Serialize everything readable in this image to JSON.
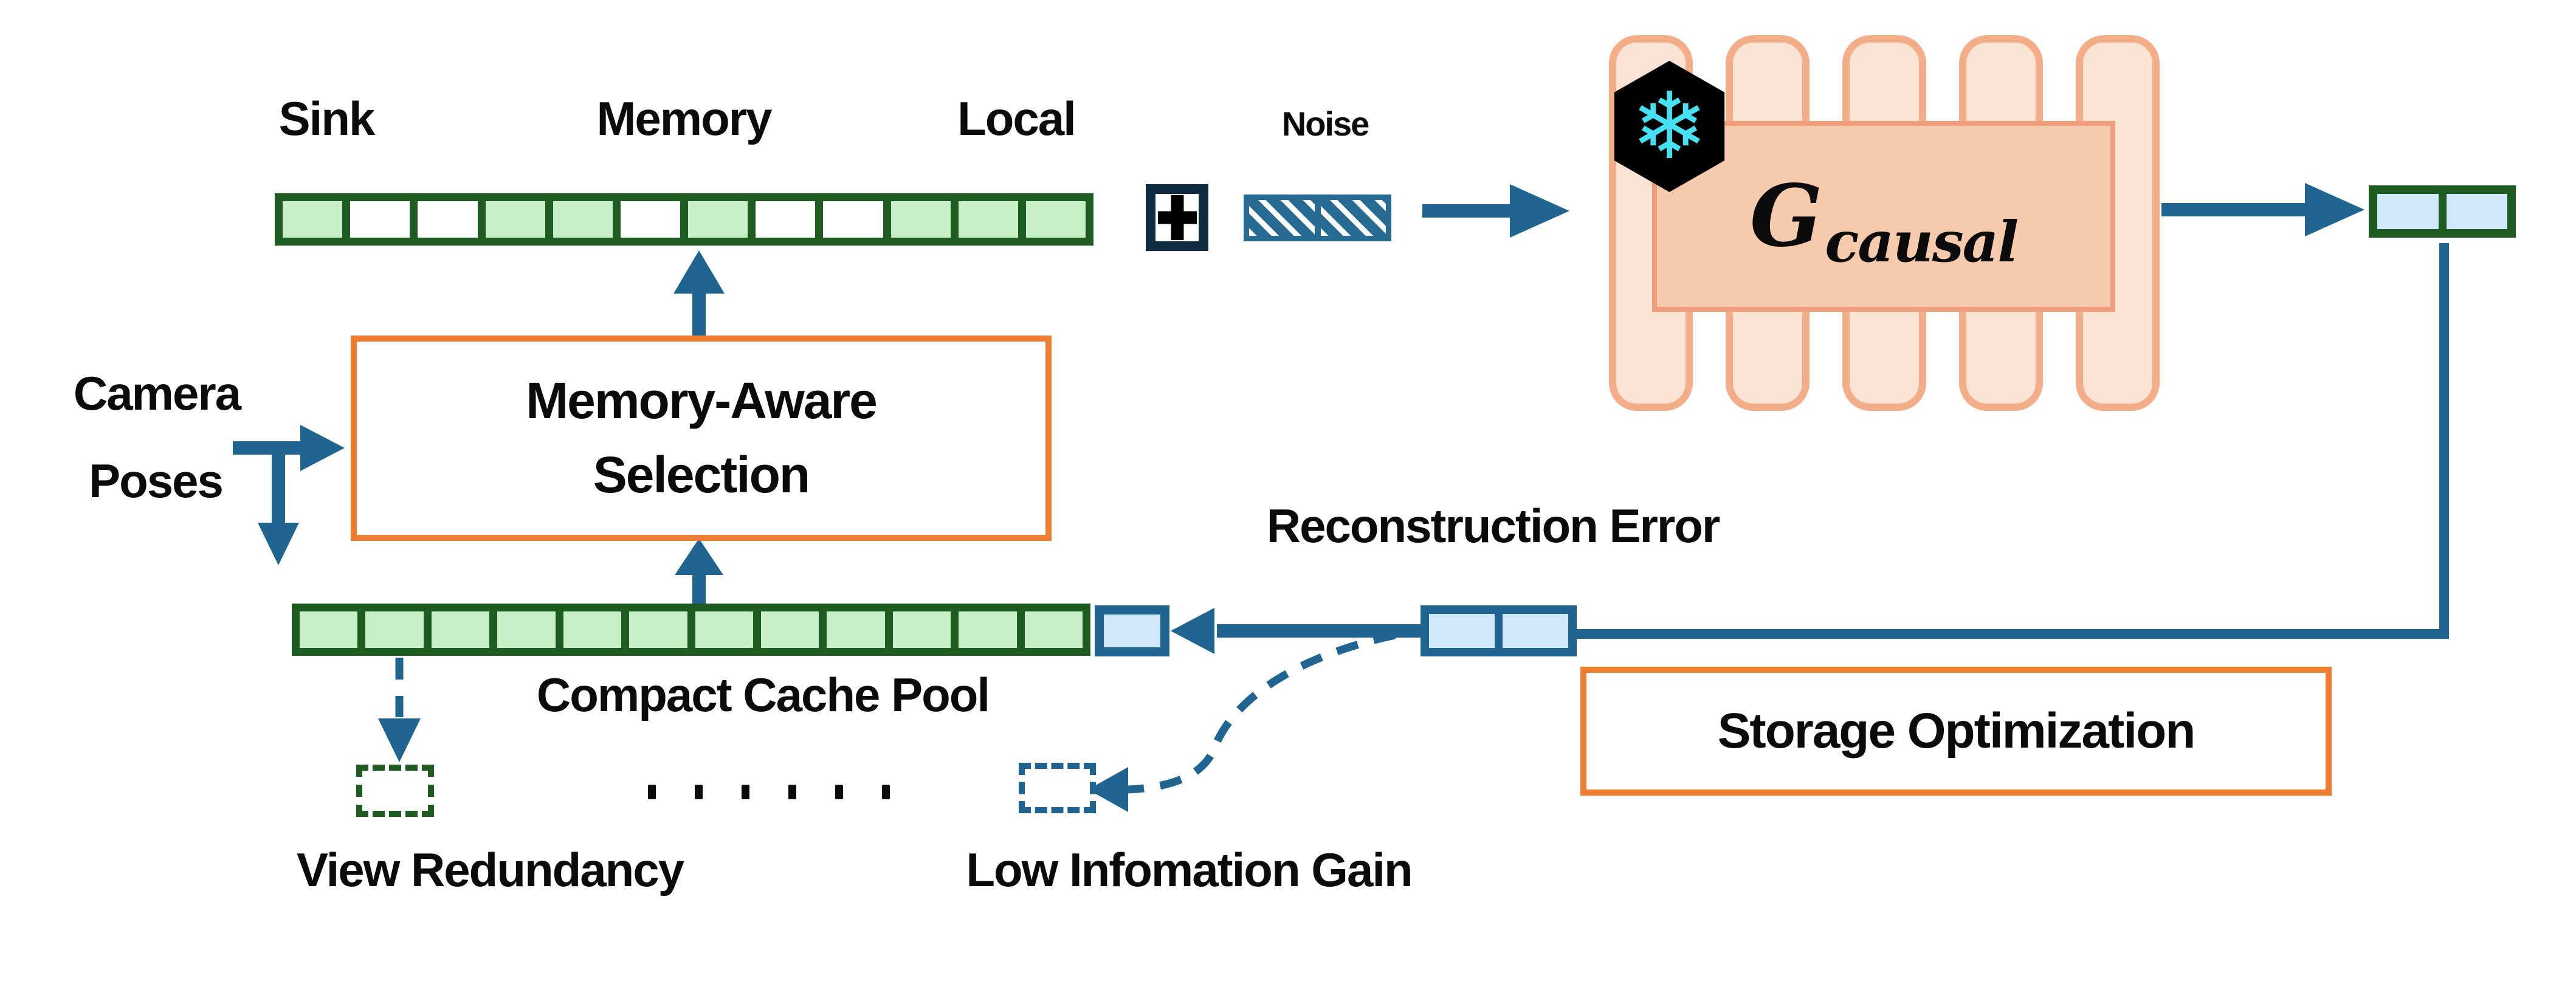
{
  "colors": {
    "green_border": "#1d5b21",
    "green_fill": "#c9efc7",
    "teal": "#20658f",
    "navy": "#102c40",
    "light_blue": "#cfe9fb",
    "noise_blue": "#276a92",
    "orange": "#ed7d31",
    "bar_fill": "#fbe3d3",
    "bar_border": "#f2ad89",
    "gen_fill": "#f6caac",
    "gen_border": "#ee9f79",
    "snowflake_cyan": "#47e0f2"
  },
  "memory_bar": {
    "label_sink": "Sink",
    "label_memory": "Memory",
    "label_local": "Local",
    "cells": [
      "green",
      "white",
      "white",
      "green",
      "green",
      "white",
      "green",
      "white",
      "white",
      "green",
      "green",
      "green"
    ]
  },
  "noise": {
    "label": "Noise"
  },
  "generator": {
    "symbol": "G",
    "subscript": "causal",
    "snowflake_glyph": "❄",
    "icons": [
      "snowflake-icon"
    ]
  },
  "plus": {
    "icon": "plus-icon"
  },
  "selection": {
    "line1": "Memory-Aware",
    "line2": "Selection"
  },
  "camera": {
    "line1": "Camera",
    "line2": "Poses"
  },
  "cache": {
    "label": "Compact Cache Pool",
    "cells": [
      "green",
      "green",
      "green",
      "green",
      "green",
      "green",
      "green",
      "green",
      "green",
      "green",
      "green",
      "green"
    ],
    "appended_cell": [
      "blue"
    ]
  },
  "reconstruction": {
    "label": "Reconstruction Error",
    "cells": [
      "blue",
      "blue"
    ]
  },
  "output": {
    "cells": [
      "blue",
      "blue"
    ]
  },
  "storage": {
    "label": "Storage Optimization"
  },
  "bottom": {
    "view_redundancy": "View Redundancy",
    "low_information_gain": "Low Infomation Gain",
    "dots": [
      "dot",
      "dot",
      "dot",
      "dot",
      "dot",
      "dot"
    ]
  }
}
